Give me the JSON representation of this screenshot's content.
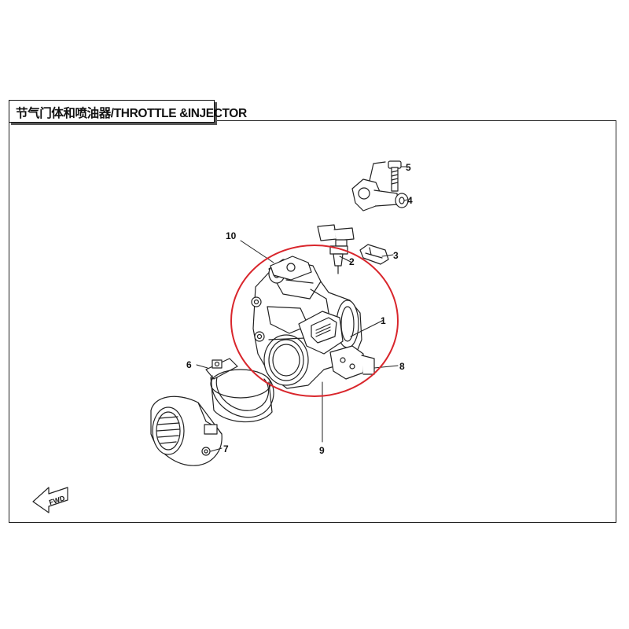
{
  "title": "节气门体和喷油器/THROTTLE &INJECTOR",
  "direction_marker": "FWD",
  "highlight_color": "#d9262c",
  "line_color": "#222222",
  "callouts": {
    "c1": "1",
    "c2": "2",
    "c3": "3",
    "c4": "4",
    "c5": "5",
    "c6": "6",
    "c7": "7",
    "c8": "8",
    "c9": "9",
    "c10": "10"
  }
}
